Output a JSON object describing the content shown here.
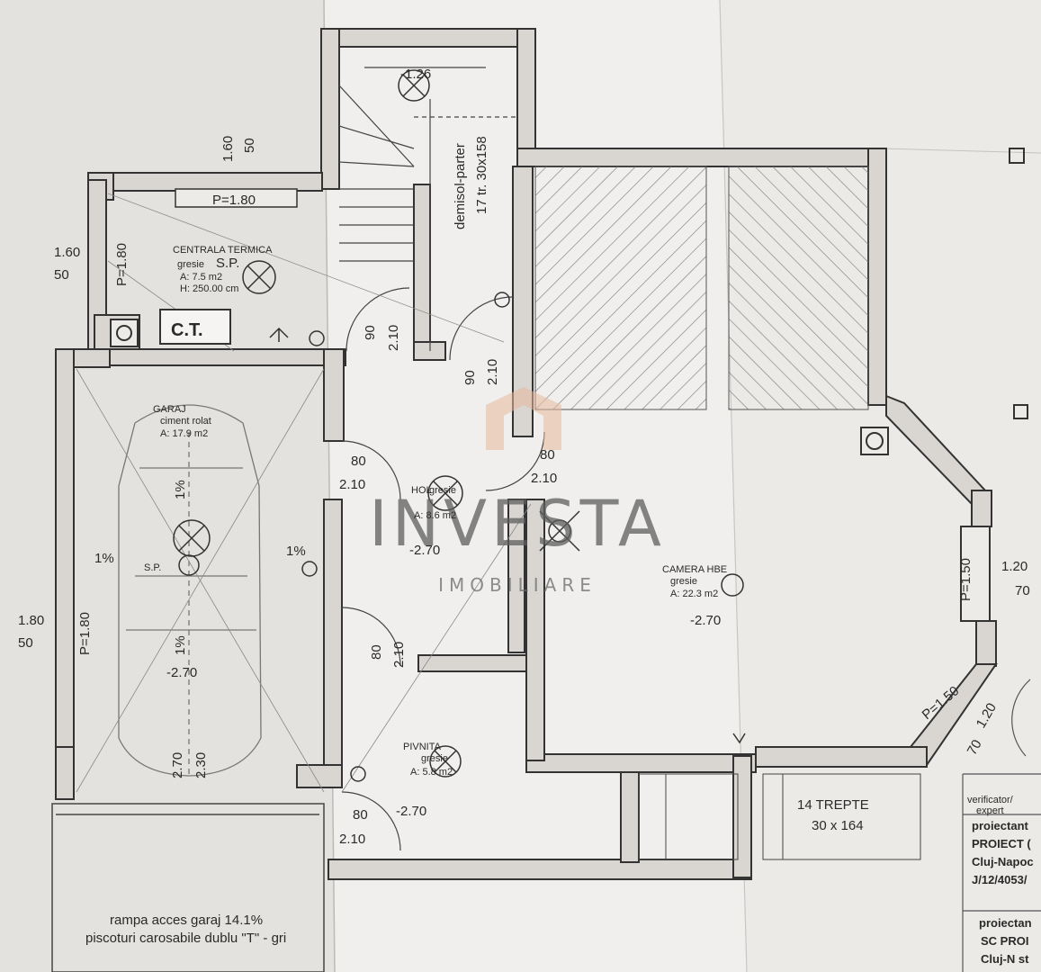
{
  "colors": {
    "paper": "#ecebe8",
    "wall_fill": "#d9d6d2",
    "line": "#333333",
    "hatch": "#8a8886",
    "watermark": "#5e5e5e",
    "watermark_accent": "#e8b89a"
  },
  "icons": [
    "light-fixture-icon",
    "floor-drain-icon",
    "door-swing-icon",
    "column-icon"
  ],
  "watermark": {
    "brand": "INVESTA",
    "sub": "IMOBILIARE"
  },
  "stair_top": {
    "level": "-1.26",
    "line1": "demisol-parter",
    "line2": "17 tr. 30x158"
  },
  "centrala": {
    "name": "CENTRALA TERMICA",
    "floor": "gresie",
    "sp": "S.P.",
    "area": "A: 7.5 m2",
    "height": "H: 250.00 cm",
    "ct": "C.T.",
    "window_p": "P=1.80",
    "win_w": "1.60",
    "win_h": "50",
    "side_p": "P=1.80",
    "side_w": "1.60",
    "side_h": "50"
  },
  "garaj": {
    "name": "GARAJ",
    "floor": "ciment rolat",
    "area": "A: 17.9 m2",
    "slope1": "1%",
    "slope2": "1%",
    "slope3": "1%",
    "sp": "S.P.",
    "level": "-2.70",
    "win_p": "P=1.80",
    "win_w": "1.80",
    "win_h": "50",
    "door_w": "2.70",
    "door_h": "2.30"
  },
  "hol": {
    "name": "HOL",
    "floor": "gresie",
    "area": "A: 8.6 m2",
    "level": "-2.70",
    "slope": "1%"
  },
  "camera": {
    "name": "CAMERA HBE",
    "floor": "gresie",
    "area": "A: 22.3 m2",
    "level": "-2.70",
    "win1_p": "P=1.50",
    "win1_w": "1.20",
    "win1_h": "70",
    "win2_p": "P=1.50",
    "win2_w": "1.20",
    "win2_h": "70"
  },
  "pivnita": {
    "name": "PIVNITA",
    "floor": "gresie",
    "area": "A: 5.8 m2",
    "level": "-2.70"
  },
  "doors": [
    {
      "w": "90",
      "h": "2.10"
    },
    {
      "w": "90",
      "h": "2.10"
    },
    {
      "w": "80",
      "h": "2.10"
    },
    {
      "w": "80",
      "h": "2.10"
    },
    {
      "w": "80",
      "h": "2.10"
    },
    {
      "w": "80",
      "h": "2.10"
    }
  ],
  "stairs_ext": {
    "line1": "14 TREPTE",
    "line2": "30 x 164"
  },
  "ramp": {
    "line1": "rampa acces garaj 14.1%",
    "line2": "piscoturi carosabile dublu \"T\" - gri"
  },
  "title_block": {
    "verifier1": "verificator/",
    "verifier2": "expert",
    "p1": "proiectant",
    "p2": "PROIECT (",
    "p3": "Cluj-Napoc",
    "p4": "J/12/4053/",
    "p5": "proiectan",
    "p6": "SC PROI",
    "p7": "Cluj-N st"
  }
}
